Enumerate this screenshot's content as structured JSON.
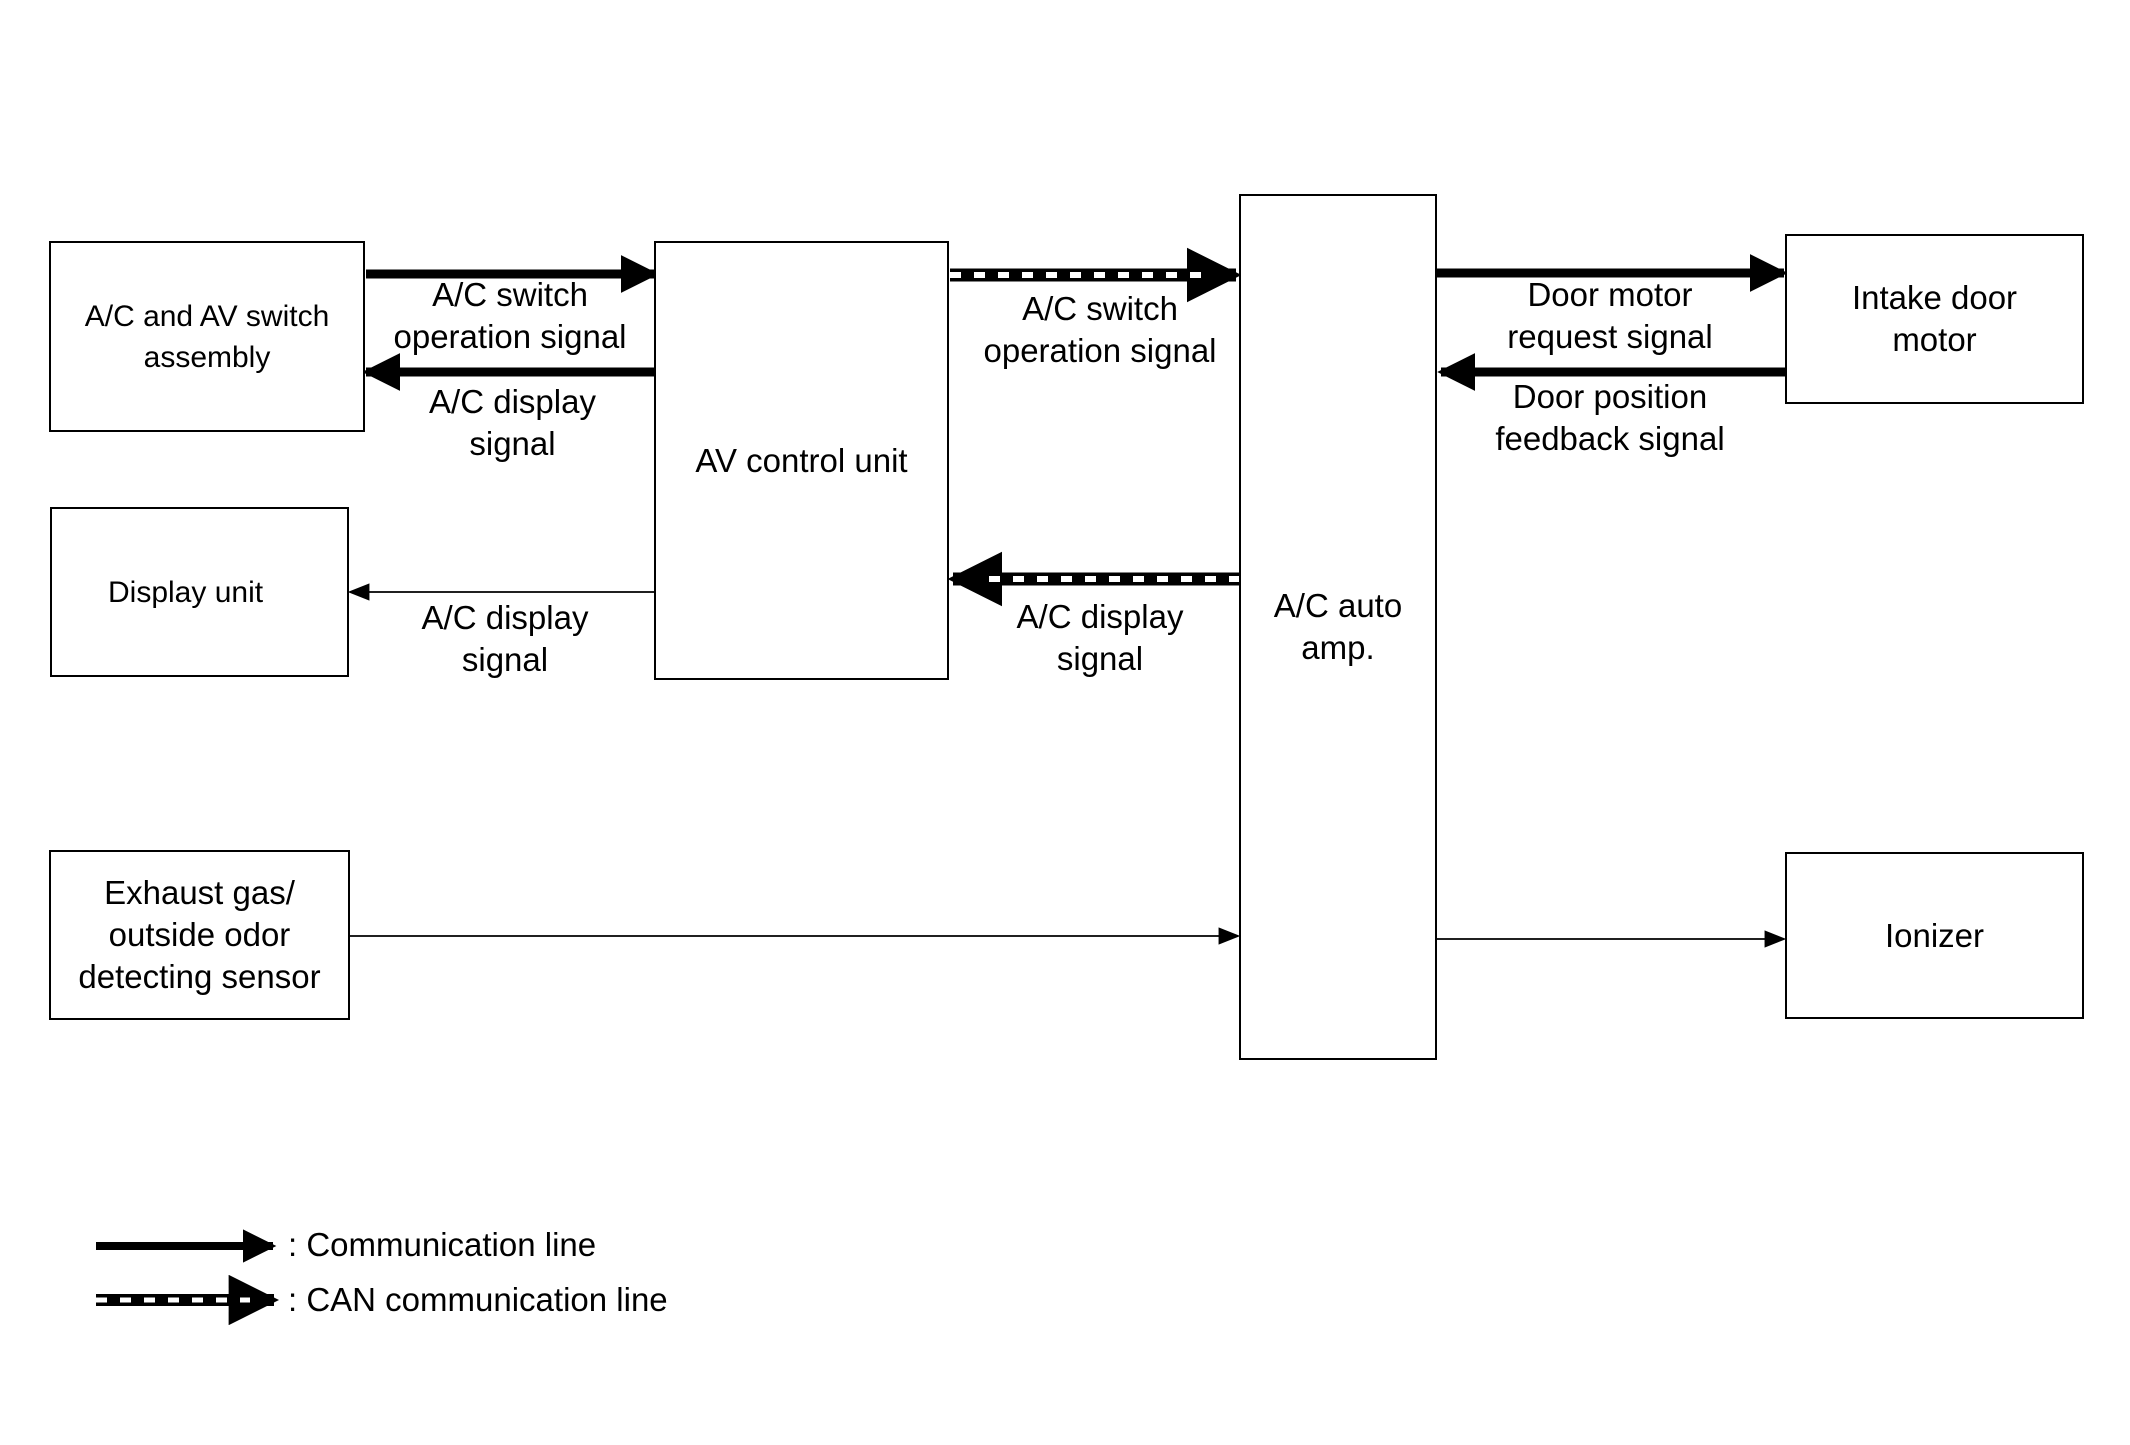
{
  "blocks": {
    "switch_assembly": "A/C and AV switch\nassembly",
    "display_unit": "Display unit",
    "odor_sensor": "Exhaust gas/\noutside odor\ndetecting sensor",
    "av_control_unit": "AV control unit",
    "ac_auto_amp": "A/C auto\namp.",
    "intake_door_motor": "Intake door\nmotor",
    "ionizer": "Ionizer"
  },
  "signals": {
    "switch_to_av": "A/C switch\noperation signal",
    "av_to_switch": "A/C display\nsignal",
    "av_to_display": "A/C display\nsignal",
    "av_to_amp": "A/C switch\noperation signal",
    "amp_to_av": "A/C display\nsignal",
    "amp_to_motor": "Door motor\nrequest signal",
    "motor_to_amp": "Door position\nfeedback signal"
  },
  "legend": {
    "communication_line": ": Communication line",
    "can_line": ": CAN communication line"
  }
}
